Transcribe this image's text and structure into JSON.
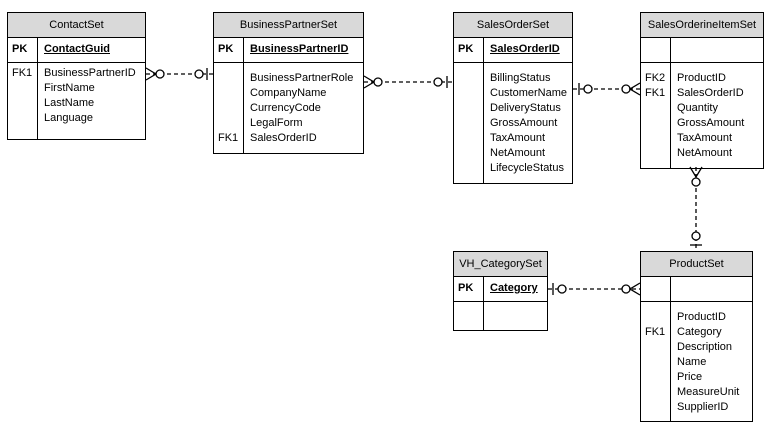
{
  "entities": {
    "contact": {
      "title": "ContactSet",
      "pk_label": "PK",
      "pk": "ContactGuid",
      "keys": [
        "FK1",
        "",
        "",
        ""
      ],
      "attributes": [
        "BusinessPartnerID",
        "FirstName",
        "LastName",
        "Language"
      ]
    },
    "bp": {
      "title": "BusinessPartnerSet",
      "pk_label": "PK",
      "pk": "BusinessPartnerID",
      "keys": [
        "",
        "",
        "",
        "",
        "FK1"
      ],
      "attributes": [
        "BusinessPartnerRole",
        "CompanyName",
        "CurrencyCode",
        "LegalForm",
        "SalesOrderID"
      ]
    },
    "so": {
      "title": "SalesOrderSet",
      "pk_label": "PK",
      "pk": "SalesOrderID",
      "keys": [
        "",
        "",
        "",
        "",
        "",
        "",
        ""
      ],
      "attributes": [
        "BillingStatus",
        "CustomerName",
        "DeliveryStatus",
        "GrossAmount",
        "TaxAmount",
        "NetAmount",
        "LifecycleStatus"
      ]
    },
    "soi": {
      "title": "SalesOrderineItemSet",
      "pk_label": "",
      "pk": "",
      "keys": [
        "FK2",
        "FK1",
        "",
        "",
        "",
        ""
      ],
      "attributes": [
        "ProductID",
        "SalesOrderID",
        "Quantity",
        "GrossAmount",
        "TaxAmount",
        "NetAmount"
      ]
    },
    "vh": {
      "title": "VH_CategorySet",
      "pk_label": "PK",
      "pk": "Category",
      "keys": [],
      "attributes": []
    },
    "prod": {
      "title": "ProductSet",
      "pk_label": "",
      "pk": "",
      "keys": [
        "",
        "FK1",
        "",
        "",
        "",
        "",
        ""
      ],
      "attributes": [
        "ProductID",
        "Category",
        "Description",
        "Name",
        "Price",
        "MeasureUnit",
        "SupplierID"
      ]
    }
  },
  "relationships": [
    {
      "name": "ContactSet-BusinessPartnerSet",
      "from": "ContactSet",
      "from_end": "zero-or-many",
      "to": "BusinessPartnerSet",
      "to_end": "zero-or-one"
    },
    {
      "name": "BusinessPartnerSet-SalesOrderSet",
      "from": "BusinessPartnerSet",
      "from_end": "zero-or-many",
      "to": "SalesOrderSet",
      "to_end": "zero-or-one"
    },
    {
      "name": "SalesOrderSet-SalesOrderineItemSet",
      "from": "SalesOrderSet",
      "from_end": "zero-or-one",
      "to": "SalesOrderineItemSet",
      "to_end": "zero-or-many"
    },
    {
      "name": "SalesOrderineItemSet-ProductSet",
      "from": "SalesOrderineItemSet",
      "from_end": "zero-or-many",
      "to": "ProductSet",
      "to_end": "zero-or-one"
    },
    {
      "name": "VH_CategorySet-ProductSet",
      "from": "VH_CategorySet",
      "from_end": "zero-or-one",
      "to": "ProductSet",
      "to_end": "zero-or-many"
    }
  ],
  "colors": {
    "header_fill": "#d9d9d9",
    "border": "#000000",
    "connector": "#000000"
  }
}
